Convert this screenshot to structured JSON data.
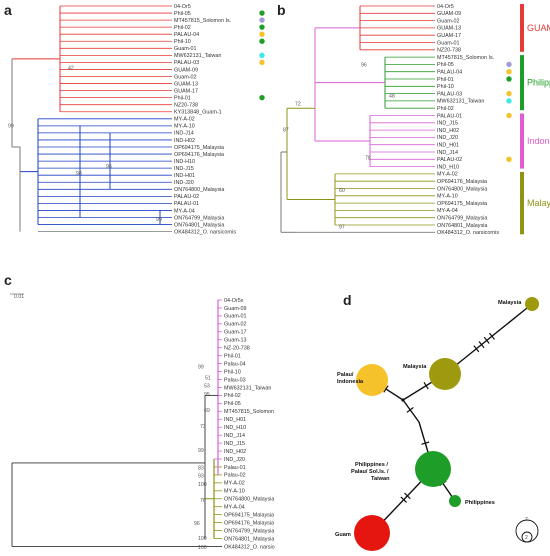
{
  "colors": {
    "guam_red": "#e53935",
    "malaysia_blue": "#1e40c8",
    "outgroup_grey": "#7a7a7a",
    "pacific_green": "#2e9b2e",
    "indonesia_pink": "#e05cd0",
    "malaysia_olive": "#8f9416",
    "magenta_pink": "#d861d6",
    "haplo_yellow": "#f6c22c",
    "haplo_green": "#1e9e28",
    "haplo_olive": "#9e9a10",
    "haplo_red": "#e5150f"
  },
  "panels": {
    "a": {
      "label": "a",
      "scale": "",
      "tips": [
        "04-Or5",
        "Phil-05",
        "MT457815_Solomon Is.",
        "Phil-02",
        "PALAU-04",
        "Phil-10",
        "Guam-01",
        "MW632131_Taiwan",
        "PALAU-03",
        "GUAM-09",
        "Guam-02",
        "GUAM-13",
        "GUAM-17",
        "Phil-01",
        "NZ20-738",
        "KY313848_Guam-1",
        "MY-A-02",
        "MY-A-10",
        "IND-J14",
        "IND-H02",
        "OP694175_Malaysia",
        "OP694176_Malaysia",
        "IND-H10",
        "IND-J15",
        "IND-H01",
        "IND-J20",
        "ON764800_Malaysia",
        "PALAU-02",
        "PALAU-01",
        "MY-A-04",
        "ON764799_Malaysia",
        "ON764801_Malaysia",
        "OK484312_O. narsicornis"
      ],
      "bootstraps": [
        "99",
        "42",
        "98",
        "96",
        "99"
      ]
    },
    "b": {
      "label": "b",
      "tips": [
        "04-Or5",
        "GUAM-09",
        "Guam-02",
        "GUAM-13",
        "GUAM-17",
        "Guam-01",
        "NZ20-738",
        "MT457815_Solomon Is.",
        "Phil-05",
        "PALAU-04",
        "Phil-01",
        "Phil-10",
        "PALAU-03",
        "MW632131_Taiwan",
        "Phil-02",
        "PALAU-01",
        "IND_J15",
        "IND_H02",
        "IND_J20",
        "IND_H01",
        "IND_J14",
        "PALAU-02",
        "IND_H10",
        "MY-A-02",
        "OP694176_Malaysia",
        "ON764800_Malaysia",
        "MY-A-10",
        "OP694175_Malaysia",
        "MY-A-04",
        "ON764799_Malaysia",
        "ON764801_Malaysia",
        "OK484312_O. narsicornis"
      ],
      "groups": [
        "GUAM",
        "Philippines",
        "Indonesia",
        "Malaysia"
      ],
      "bootstraps": [
        "96",
        "72",
        "48",
        "78",
        "60",
        "87",
        "97"
      ]
    },
    "c": {
      "label": "c",
      "scale": "0.01",
      "tips": [
        "04-Or5x",
        "Guam-09",
        "Guam-01",
        "Guam-02",
        "Guam-17",
        "Guam-13",
        "NZ-20-738",
        "Phil-01",
        "Palau-04",
        "Phil-10",
        "Palau-03",
        "MW632131_Taiwan",
        "Phil-02",
        "Phil-05",
        "MT457815_Solomon Is.",
        "IND_H01",
        "IND_H10",
        "IND_J14",
        "IND_J15",
        "IND_H02",
        "IND_J20",
        "Palau-01",
        "Palau-02",
        "MY-A-02",
        "MY-A-10",
        "ON764800_Malaysia",
        "MY-A-04",
        "OP694175_Malaysia",
        "OP694176_Malaysia",
        "ON764799_Malaysia",
        "ON764801_Malaysia",
        "OK484312_O. narsicornis"
      ],
      "bootstraps": [
        "99",
        "51",
        "53",
        "95",
        "69",
        "73",
        "99",
        "83",
        "93",
        "100",
        "76",
        "96",
        "100",
        "100"
      ]
    },
    "d": {
      "label": "d",
      "haplotypes": [
        "Malaysia",
        "Malaysia",
        "Palau/ Indonesia",
        "Philippines / Palau/ Sol.Is. / Taiwan",
        "Philippines",
        "Guam"
      ],
      "legend": [
        "7",
        "2"
      ]
    }
  }
}
